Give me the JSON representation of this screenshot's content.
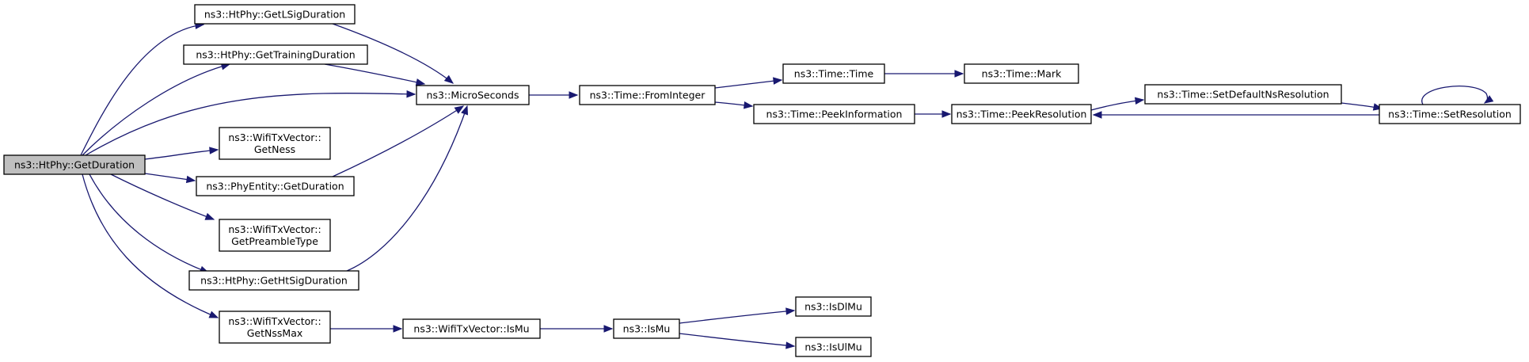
{
  "colors": {
    "edge": "#191970",
    "root_fill": "#bfbfbf",
    "node_fill": "#ffffff",
    "node_border": "#000000"
  },
  "nodes": [
    {
      "id": "getDuration",
      "lines": [
        "ns3::HtPhy::GetDuration"
      ],
      "root": true
    },
    {
      "id": "getLSig",
      "lines": [
        "ns3::HtPhy::GetLSigDuration"
      ]
    },
    {
      "id": "getTraining",
      "lines": [
        "ns3::HtPhy::GetTrainingDuration"
      ]
    },
    {
      "id": "microSeconds",
      "lines": [
        "ns3::MicroSeconds"
      ]
    },
    {
      "id": "getNess",
      "lines": [
        "ns3::WifiTxVector::",
        "GetNess"
      ]
    },
    {
      "id": "phyEntityGetDuration",
      "lines": [
        "ns3::PhyEntity::GetDuration"
      ]
    },
    {
      "id": "getPreambleType",
      "lines": [
        "ns3::WifiTxVector::",
        "GetPreambleType"
      ]
    },
    {
      "id": "getHtSig",
      "lines": [
        "ns3::HtPhy::GetHtSigDuration"
      ]
    },
    {
      "id": "getNssMax",
      "lines": [
        "ns3::WifiTxVector::",
        "GetNssMax"
      ]
    },
    {
      "id": "fromInteger",
      "lines": [
        "ns3::Time::FromInteger"
      ]
    },
    {
      "id": "timeTime",
      "lines": [
        "ns3::Time::Time"
      ]
    },
    {
      "id": "timeMark",
      "lines": [
        "ns3::Time::Mark"
      ]
    },
    {
      "id": "peekInformation",
      "lines": [
        "ns3::Time::PeekInformation"
      ]
    },
    {
      "id": "peekResolution",
      "lines": [
        "ns3::Time::PeekResolution"
      ]
    },
    {
      "id": "setDefaultNs",
      "lines": [
        "ns3::Time::SetDefaultNsResolution"
      ]
    },
    {
      "id": "setResolution",
      "lines": [
        "ns3::Time::SetResolution"
      ]
    },
    {
      "id": "wifiIsMu",
      "lines": [
        "ns3::WifiTxVector::IsMu"
      ]
    },
    {
      "id": "isMu",
      "lines": [
        "ns3::IsMu"
      ]
    },
    {
      "id": "isDlMu",
      "lines": [
        "ns3::IsDlMu"
      ]
    },
    {
      "id": "isUlMu",
      "lines": [
        "ns3::IsUlMu"
      ]
    }
  ],
  "edges": [
    {
      "from": "getDuration",
      "to": "getLSig"
    },
    {
      "from": "getDuration",
      "to": "getTraining"
    },
    {
      "from": "getDuration",
      "to": "microSeconds"
    },
    {
      "from": "getDuration",
      "to": "getNess"
    },
    {
      "from": "getDuration",
      "to": "phyEntityGetDuration"
    },
    {
      "from": "getDuration",
      "to": "getPreambleType"
    },
    {
      "from": "getDuration",
      "to": "getHtSig"
    },
    {
      "from": "getDuration",
      "to": "getNssMax"
    },
    {
      "from": "getLSig",
      "to": "microSeconds"
    },
    {
      "from": "getTraining",
      "to": "microSeconds"
    },
    {
      "from": "phyEntityGetDuration",
      "to": "microSeconds"
    },
    {
      "from": "getHtSig",
      "to": "microSeconds"
    },
    {
      "from": "microSeconds",
      "to": "fromInteger"
    },
    {
      "from": "fromInteger",
      "to": "timeTime"
    },
    {
      "from": "fromInteger",
      "to": "peekInformation"
    },
    {
      "from": "timeTime",
      "to": "timeMark"
    },
    {
      "from": "peekInformation",
      "to": "peekResolution"
    },
    {
      "from": "peekResolution",
      "to": "setDefaultNs"
    },
    {
      "from": "setDefaultNs",
      "to": "setResolution"
    },
    {
      "from": "setResolution",
      "to": "peekResolution"
    },
    {
      "from": "setResolution",
      "to": "setResolution"
    },
    {
      "from": "getNssMax",
      "to": "wifiIsMu"
    },
    {
      "from": "wifiIsMu",
      "to": "isMu"
    },
    {
      "from": "isMu",
      "to": "isDlMu"
    },
    {
      "from": "isMu",
      "to": "isUlMu"
    }
  ]
}
